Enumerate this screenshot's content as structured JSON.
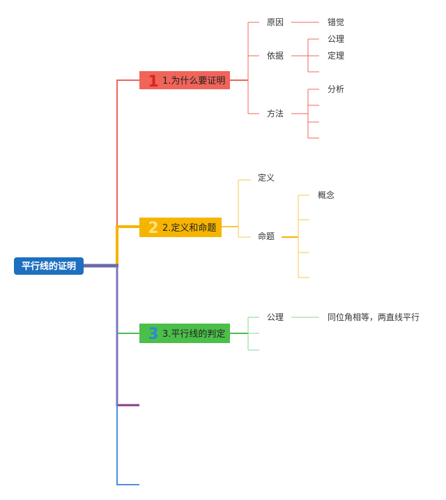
{
  "root": {
    "label": "平行线的证明",
    "color": "#1e6fc0"
  },
  "branches": [
    {
      "number": "1",
      "label": "1.为什么要证明",
      "color": "#f0645a",
      "number_color": "#d9251c",
      "children": [
        {
          "label": "原因",
          "children": [
            "错觉"
          ]
        },
        {
          "label": "依据",
          "children": [
            "公理",
            "定理",
            ""
          ]
        },
        {
          "label": "方法",
          "children": [
            "分析",
            "",
            "",
            ""
          ]
        }
      ]
    },
    {
      "number": "2",
      "label": "2.定义和命题",
      "color": "#f5b400",
      "number_color": "#ffe07a",
      "children": [
        {
          "label": "定义",
          "children": []
        },
        {
          "label": "命题",
          "children": [
            "概念",
            "",
            "",
            ""
          ]
        }
      ]
    },
    {
      "number": "3",
      "label": "3.平行线的判定",
      "color": "#4cbf4a",
      "number_color": "#2a8ad6",
      "children": [
        {
          "label": "公理",
          "children": [
            "同位角相等，两直线平行"
          ]
        },
        {
          "label": "",
          "children": []
        }
      ]
    }
  ],
  "extra_branch_colors": [
    "#8a3a8a",
    "#4a90d9"
  ]
}
